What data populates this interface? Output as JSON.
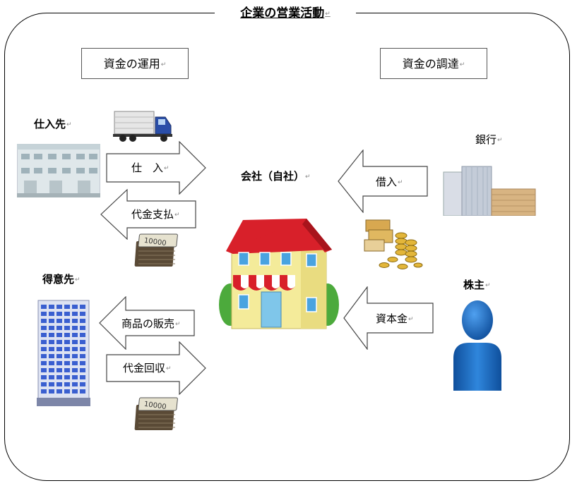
{
  "title": "企業の営業活動",
  "headers": {
    "left": "資金の運用",
    "right": "資金の調達"
  },
  "labels": {
    "supplier": "仕入先",
    "customer": "得意先",
    "company": "会社（自社）",
    "bank": "銀行",
    "shareholder": "株主"
  },
  "arrows": {
    "purchase": "仕　入",
    "payment": "代金支払",
    "sales": "商品の販売",
    "collection": "代金回収",
    "borrowing": "借入",
    "capital": "資本金"
  },
  "banknote_value": "10000",
  "return_mark": "↵",
  "colors": {
    "roof": "#d8202a",
    "house_wall": "#f4eb9a",
    "window": "#4aa3e0",
    "bush": "#4caa3c",
    "person": "#1a6fc4",
    "tower_window": "#3a5fd0",
    "arrow_fill": "#ffffff",
    "arrow_stroke": "#444444"
  },
  "icons": {
    "truck": "truck-icon",
    "warehouse": "warehouse-icon",
    "banknotes": "banknote-stack-icon",
    "office_tower": "office-tower-icon",
    "house": "company-house-icon",
    "bank_buildings": "bank-buildings-icon",
    "gold": "gold-coins-icon",
    "person": "shareholder-person-icon"
  }
}
